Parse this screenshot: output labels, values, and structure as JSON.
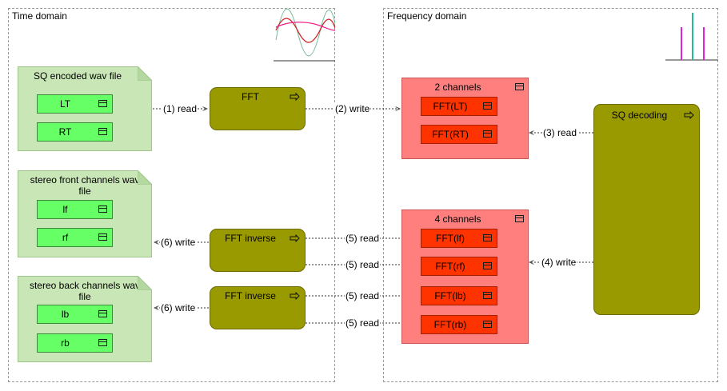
{
  "domains": {
    "time": "Time domain",
    "frequency": "Frequency domain"
  },
  "files": {
    "sq": {
      "title": "SQ encoded wav file",
      "channels": [
        "LT",
        "RT"
      ]
    },
    "front": {
      "title": "stereo front channels wav file",
      "channels": [
        "lf",
        "rf"
      ]
    },
    "back": {
      "title": "stereo back channels wav file",
      "channels": [
        "lb",
        "rb"
      ]
    }
  },
  "processes": {
    "fft": "FFT",
    "fft_inverse_front": "FFT inverse",
    "fft_inverse_back": "FFT inverse",
    "sq_decoding": "SQ decoding"
  },
  "channel_groups": {
    "two": {
      "title": "2 channels",
      "items": [
        "FFT(LT)",
        "FFT(RT)"
      ]
    },
    "four": {
      "title": "4 channels",
      "items": [
        "FFT(lf)",
        "FFT(rf)",
        "FFT(lb)",
        "FFT(rb)"
      ]
    }
  },
  "edges": {
    "read1": "(1) read",
    "write2": "(2) write",
    "read3": "(3) read",
    "write4": "(4) write",
    "read5a": "(5) read",
    "read5b": "(5) read",
    "read5c": "(5) read",
    "read5d": "(5) read",
    "write6a": "(6) write",
    "write6b": "(6) write"
  },
  "colors": {
    "file_fill": "#c9e6b6",
    "artifact_fill": "#66ff66",
    "process_fill": "#999900",
    "channel_group_fill": "#ff7f7f",
    "fft_item_fill": "#ff3300",
    "wave_pink": "#ee2288",
    "wave_red": "#cc2222",
    "wave_green": "#77bb99",
    "spectrum_magenta": "#dd22dd",
    "spectrum_teal": "#22bb99"
  }
}
